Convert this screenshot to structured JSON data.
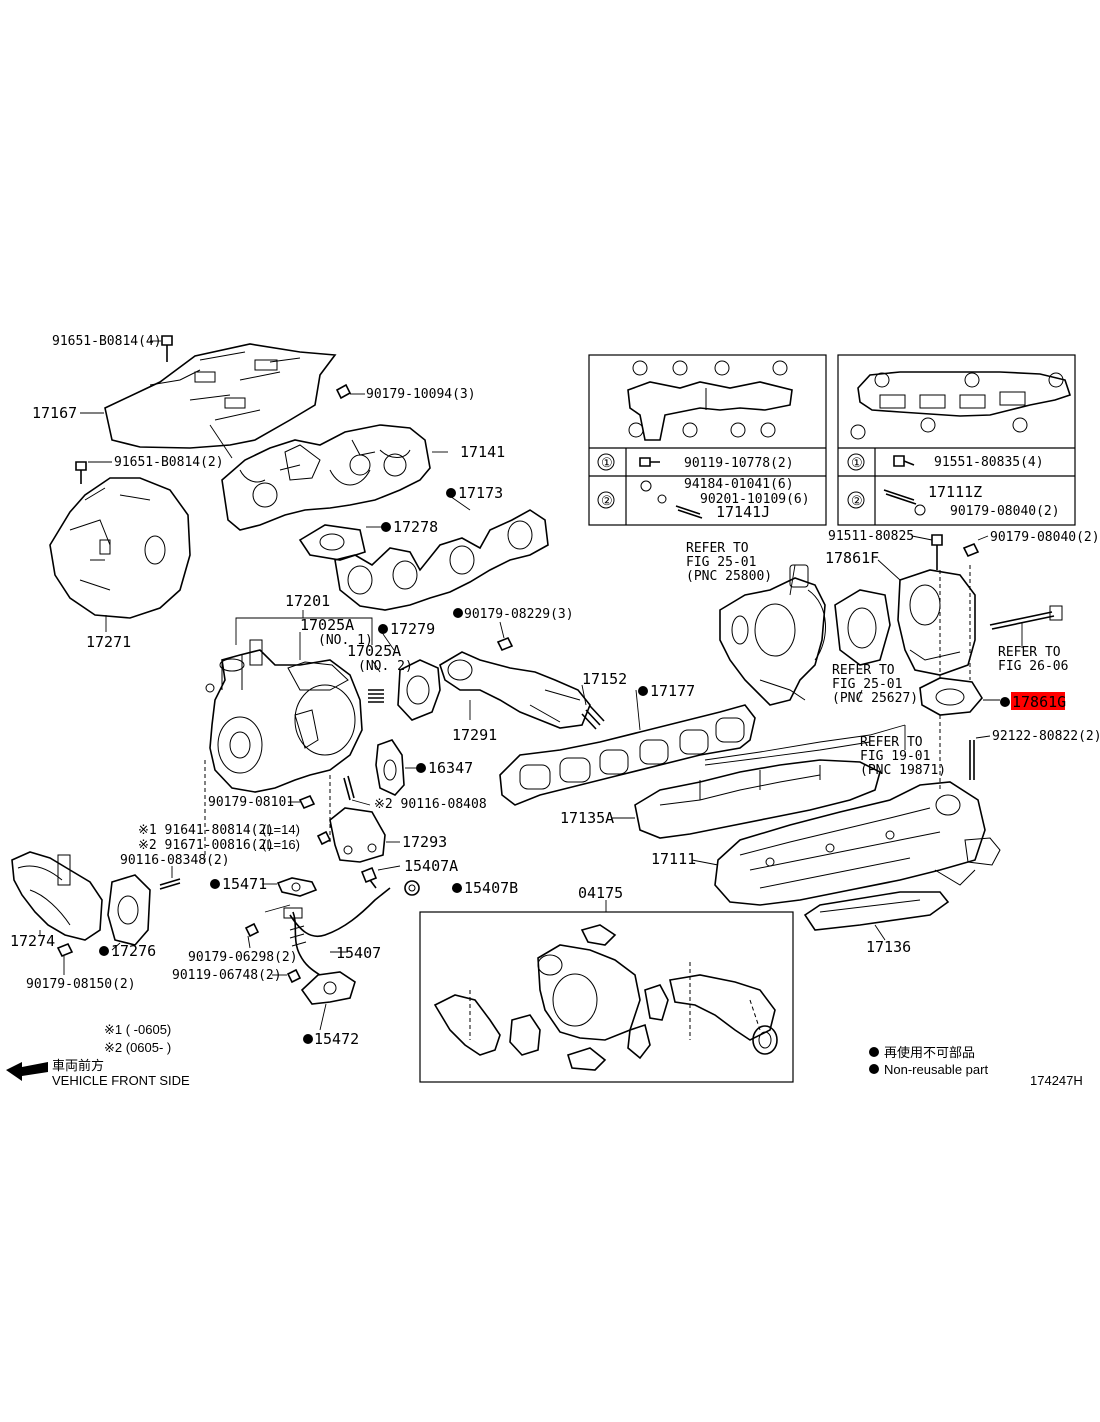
{
  "parts": {
    "p91651_b0814_4": "91651-B0814(4)",
    "p90179_10094_3": "90179-10094(3)",
    "p17167": "17167",
    "p91651_b0814_2": "91651-B0814(2)",
    "p17141": "17141",
    "p17173": "17173",
    "p17278": "17278",
    "p17271": "17271",
    "p17201": "17201",
    "p17025a_1": "17025A",
    "no1": "(NO. 1)",
    "p17279": "17279",
    "p17025a_2": "17025A",
    "no2": "(NO. 2)",
    "p90179_08229_3": "90179-08229(3)",
    "p17152": "17152",
    "p17177": "17177",
    "p17291": "17291",
    "p16347": "16347",
    "p90179_08101": "90179-08101",
    "p90116_08408": "※2 90116-08408",
    "p91641_80814": "※1 91641-80814(2)",
    "l14": "(L=14)",
    "p91671_00816": "※2 91671-00816(2)",
    "l16": "(L=16)",
    "p17293": "17293",
    "p90116_08348_2": "90116-08348(2)",
    "p15407a": "15407A",
    "p15471": "15471",
    "p15407b": "15407B",
    "p17274": "17274",
    "p17276": "17276",
    "p90179_06298_2": "90179-06298(2)",
    "p15407": "15407",
    "p90119_06748_2": "90119-06748(2)",
    "p90179_08150_2": "90179-08150(2)",
    "p15472": "15472",
    "p04175": "04175",
    "p17135a": "17135A",
    "p17111": "17111",
    "p17136": "17136",
    "p91511_80825": "91511-80825",
    "p90179_08040_2a": "90179-08040(2)",
    "p17861f": "17861F",
    "p17861g": "17861G",
    "p92122_80822_2": "92122-80822(2)"
  },
  "refer": {
    "r1": [
      "REFER TO",
      "FIG 25-01",
      "(PNC 25800)"
    ],
    "r2": [
      "REFER TO",
      "FIG 25-01",
      "(PNC 25627)"
    ],
    "r3": [
      "REFER TO",
      "FIG 26-06"
    ],
    "r4": [
      "REFER TO",
      "FIG 19-01",
      "(PNC 19871)"
    ]
  },
  "inset_left": {
    "row1_part": "90119-10778(2)",
    "row2_parts": [
      "94184-01041(6)",
      "90201-10109(6)",
      "17141J"
    ],
    "row_markers": [
      "①",
      "②"
    ]
  },
  "inset_right": {
    "row1_part": "91551-80835(4)",
    "row2_parts": [
      "17111Z",
      "90179-08040(2)"
    ],
    "row_markers": [
      "①",
      "②"
    ]
  },
  "notes": {
    "note1": "※1 (      -0605)",
    "note2": "※2 (0605-       )",
    "front_jp": "車両前方",
    "front_en": "VEHICLE FRONT SIDE"
  },
  "legend": {
    "jp": "再使用不可部品",
    "en": "Non-reusable part"
  },
  "figure_id": "174247H",
  "colors": {
    "highlight": "#ff0000",
    "ink": "#000000",
    "background": "#ffffff"
  }
}
